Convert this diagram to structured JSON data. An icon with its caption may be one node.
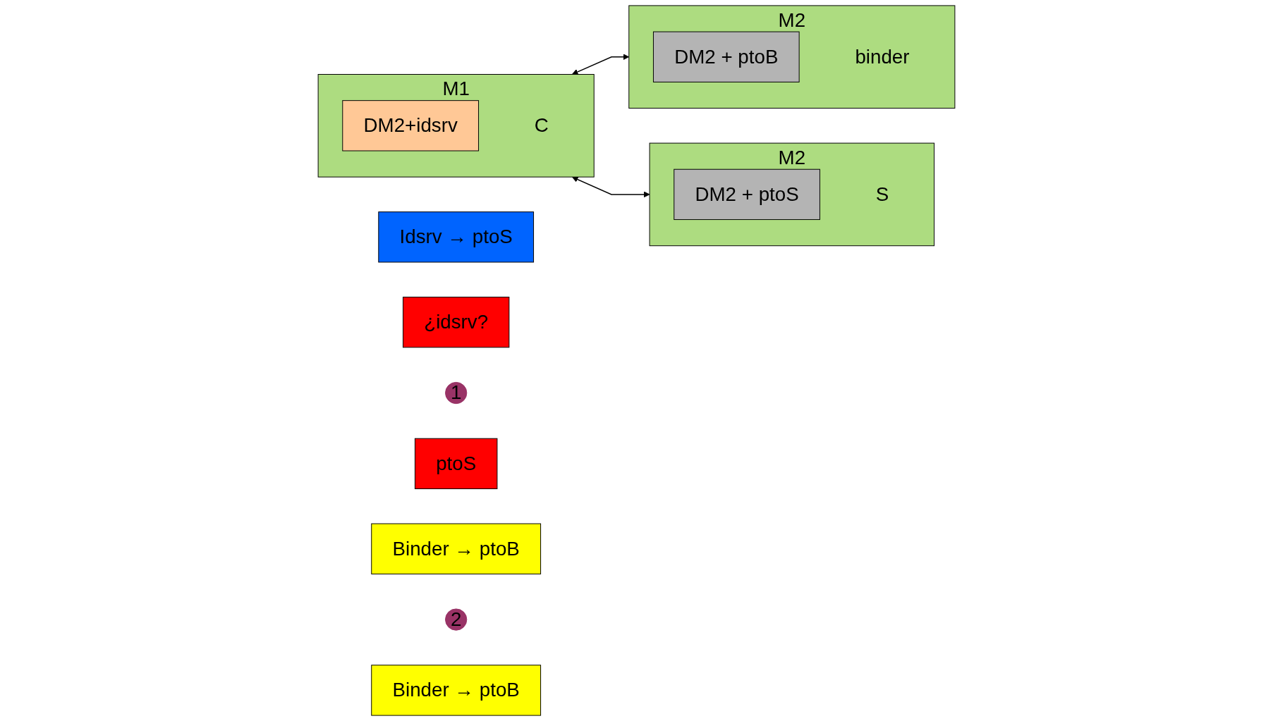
{
  "diagram": {
    "nodes": [
      {
        "text": [
          "M2"
        ],
        "beside": [
          "binder"
        ]
      },
      {
        "text": [
          "DM2 + ptoB"
        ],
        "in": 0
      },
      {
        "text": [
          "Idsrv → ptoS"
        ]
      },
      {
        "text": [
          "M1"
        ],
        "beside": [
          "C"
        ]
      },
      {
        "text": [
          "DM2+idsrv"
        ],
        "in": 3
      },
      {
        "text": [
          "¿idsrv?"
        ]
      },
      {
        "text": [
          "1"
        ]
      },
      {
        "text": [
          "ptoS"
        ]
      },
      {
        "text": [
          "Binder → ptoB"
        ]
      },
      {
        "text": [
          "2"
        ]
      },
      {
        "text": [
          "M2"
        ],
        "beside": [
          "S"
        ]
      },
      {
        "text": [
          "DM2 + ptoS"
        ],
        "in": 10
      },
      {
        "text": [
          "Binder → ptoB"
        ]
      }
    ],
    "edges": [
      {
        "from": 3,
        "to": 0,
        "arrow": "both"
      },
      {
        "from": 3,
        "to": 10,
        "arrow": "both"
      }
    ]
  }
}
